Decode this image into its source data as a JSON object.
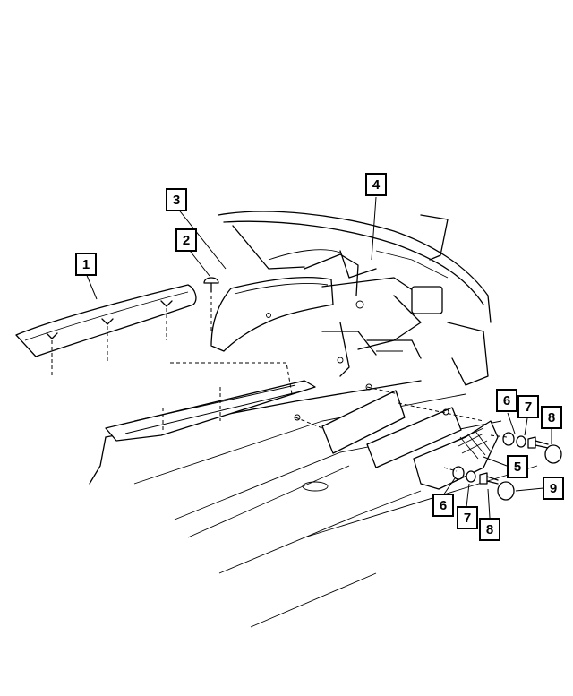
{
  "callouts": [
    {
      "id": "c1",
      "label": "1"
    },
    {
      "id": "c2",
      "label": "2"
    },
    {
      "id": "c3",
      "label": "3"
    },
    {
      "id": "c4",
      "label": "4"
    },
    {
      "id": "c5",
      "label": "5"
    },
    {
      "id": "c6a",
      "label": "6"
    },
    {
      "id": "c7a",
      "label": "7"
    },
    {
      "id": "c8a",
      "label": "8"
    },
    {
      "id": "c6b",
      "label": "6"
    },
    {
      "id": "c7b",
      "label": "7"
    },
    {
      "id": "c8b",
      "label": "8"
    },
    {
      "id": "c9",
      "label": "9"
    }
  ]
}
